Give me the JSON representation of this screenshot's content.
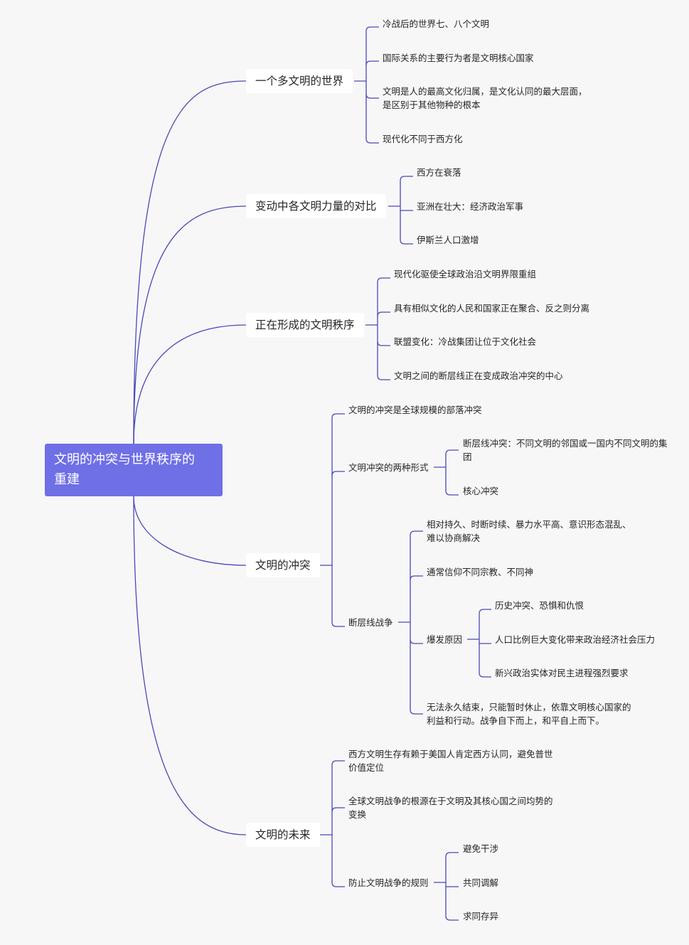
{
  "root": {
    "line1": "文明的冲突与世界秩序的",
    "line2": "重建"
  },
  "branches": {
    "b1": {
      "label": "一个多文明的世界",
      "c1": "冷战后的世界七、八个文明",
      "c2": "国际关系的主要行为者是文明核心国家",
      "c3a": "文明是人的最高文化归属，是文化认同的最大层面，",
      "c3b": "是区别于其他物种的根本",
      "c4": "现代化不同于西方化"
    },
    "b2": {
      "label": "变动中各文明力量的对比",
      "c1": "西方在衰落",
      "c2": "亚洲在壮大：经济政治军事",
      "c3": "伊斯兰人口激增"
    },
    "b3": {
      "label": "正在形成的文明秩序",
      "c1": "现代化驱使全球政治沿文明界限重组",
      "c2": "具有相似文化的人民和国家正在聚合、反之则分离",
      "c3": "联盟变化：冷战集团让位于文化社会",
      "c4": "文明之间的断层线正在变成政治冲突的中心"
    },
    "b4": {
      "label": "文明的冲突",
      "c1": "文明的冲突是全球规模的部落冲突",
      "c2": {
        "label": "文明冲突的两种形式",
        "s1a": "断层线冲突：不同文明的邻国或一国内不同文明的集",
        "s1b": "团",
        "s2": "核心冲突"
      },
      "c3": {
        "label": "断层线战争",
        "s1a": "相对持久、时断时续、暴力水平高、意识形态混乱、",
        "s1b": "难以协商解决",
        "s2": "通常信仰不同宗教、不同神",
        "s3": {
          "label": "爆发原因",
          "t1": "历史冲突、恐惧和仇恨",
          "t2": "人口比例巨大变化带来政治经济社会压力",
          "t3": "新兴政治实体对民主进程强烈要求"
        },
        "s4a": "无法永久结束，只能暂时休止，依靠文明核心国家的",
        "s4b": "利益和行动。战争自下而上，和平自上而下。"
      }
    },
    "b5": {
      "label": "文明的未来",
      "c1a": "西方文明生存有赖于美国人肯定西方认同，避免普世",
      "c1b": "价值定位",
      "c2a": "全球文明战争的根源在于文明及其核心国之间均势的",
      "c2b": "变换",
      "c3": {
        "label": "防止文明战争的规则",
        "s1": "避免干涉",
        "s2": "共同调解",
        "s3": "求同存异"
      }
    }
  },
  "colors": {
    "line": "#4a48b8",
    "root_bg": "#6f6fe6",
    "bg": "#f7f7f8"
  }
}
